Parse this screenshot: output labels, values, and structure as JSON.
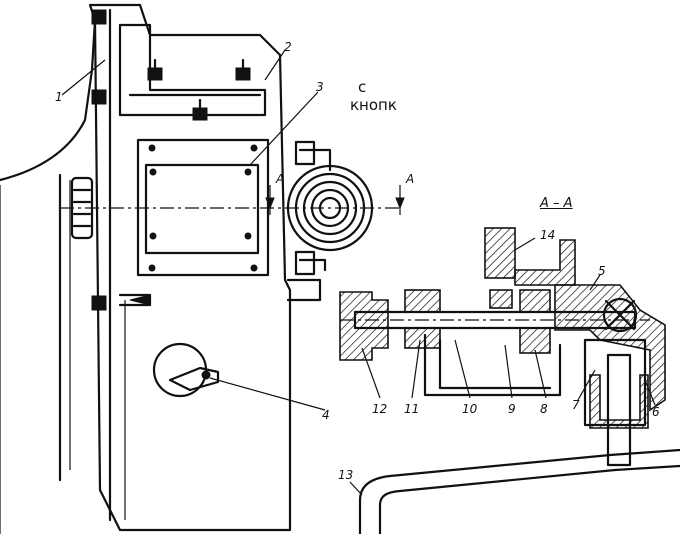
{
  "caption": {
    "line1": "с",
    "line2": "кнопк"
  },
  "section_title": "A – A",
  "cut_marks": [
    "A",
    "A"
  ],
  "callouts": [
    "1",
    "2",
    "3",
    "4",
    "5",
    "6",
    "7",
    "8",
    "9",
    "10",
    "11",
    "12",
    "13",
    "14"
  ],
  "colors": {
    "ink": "#111111",
    "paper": "#ffffff"
  }
}
